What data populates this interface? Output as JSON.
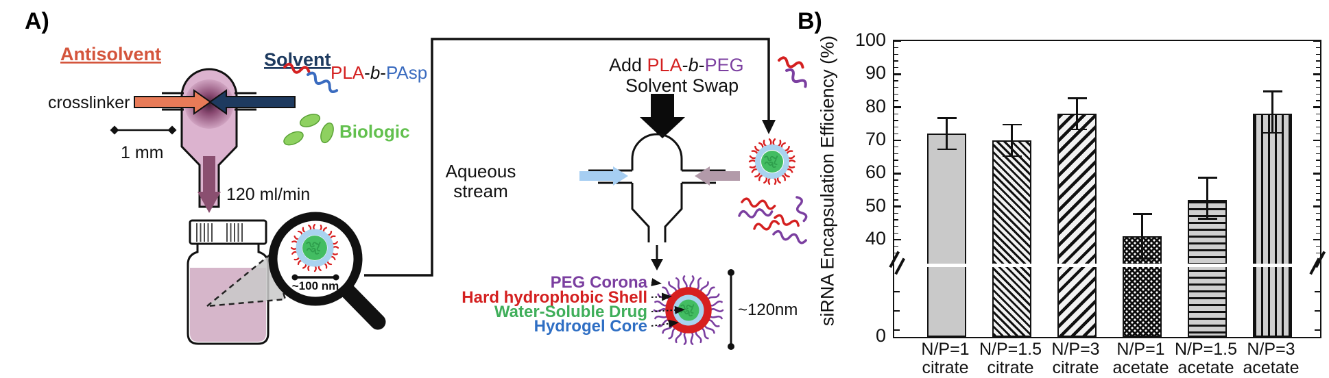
{
  "figure": {
    "panel_a": "A)",
    "panel_b": "B)"
  },
  "colors": {
    "antisolvent": "#d4553c",
    "solvent_navy": "#1d3a5f",
    "pla_red": "#d42020",
    "pasp_blue": "#3a6bbf",
    "peg_purple": "#7b3fa0",
    "biologic_green": "#62c04e",
    "drug_green": "#3fae5a",
    "hydrogel_blue": "#2f6fc4",
    "shell_red": "#d42020",
    "text_black": "#111111"
  },
  "diagram": {
    "antisolvent": "Antisolvent",
    "crosslinker": "crosslinker",
    "solvent": "Solvent",
    "polymer1": {
      "pla": "PLA",
      "dash1": "-",
      "b": "b",
      "dash2": "-",
      "block": "PAsp"
    },
    "biologic": "Biologic",
    "scale_bar": "1 mm",
    "flow_rate": "120 ml/min",
    "magnifier_scale": "~100 nm",
    "swap_line1": {
      "add": "Add ",
      "pla": "PLA",
      "dash1": "-",
      "b": "b",
      "dash2": "-",
      "peg": "PEG"
    },
    "swap_line2": "Solvent Swap",
    "aqueous_line1": "Aqueous",
    "aqueous_line2": "stream",
    "legend": {
      "peg": "PEG Corona",
      "shell": "Hard hydrophobic Shell",
      "drug": "Water-Soluble Drug",
      "core": "Hydrogel Core"
    },
    "particle_size": "~120nm"
  },
  "chart_data": {
    "type": "bar",
    "title": "",
    "xlabel": "",
    "ylabel": "siRNA Encapsulation Efficiency (%)",
    "ylim": [
      0,
      100
    ],
    "axis_break": {
      "between": [
        0,
        35
      ]
    },
    "yticks": [
      0,
      40,
      50,
      60,
      70,
      80,
      90,
      100
    ],
    "grid": false,
    "legend_position": "none",
    "categories": [
      "N/P=1 citrate",
      "N/P=1.5 citrate",
      "N/P=3 citrate",
      "N/P=1 acetate",
      "N/P=1.5 acetate",
      "N/P=3 acetate"
    ],
    "bars": [
      {
        "label_line1": "N/P=1",
        "label_line2": "citrate",
        "value": 72,
        "err_low": 67,
        "err_high": 77,
        "pattern": "solid-gray"
      },
      {
        "label_line1": "N/P=1.5",
        "label_line2": "citrate",
        "value": 70,
        "err_low": 65,
        "err_high": 75,
        "pattern": "diagonal-fine"
      },
      {
        "label_line1": "N/P=3",
        "label_line2": "citrate",
        "value": 78,
        "err_low": 73,
        "err_high": 83,
        "pattern": "diagonal-coarse"
      },
      {
        "label_line1": "N/P=1",
        "label_line2": "acetate",
        "value": 41,
        "err_low": 34,
        "err_high": 48,
        "pattern": "dots"
      },
      {
        "label_line1": "N/P=1.5",
        "label_line2": "acetate",
        "value": 52,
        "err_low": 46,
        "err_high": 59,
        "pattern": "horizontal-lines"
      },
      {
        "label_line1": "N/P=3",
        "label_line2": "acetate",
        "value": 78,
        "err_low": 72,
        "err_high": 85,
        "pattern": "vertical-lines"
      }
    ]
  }
}
